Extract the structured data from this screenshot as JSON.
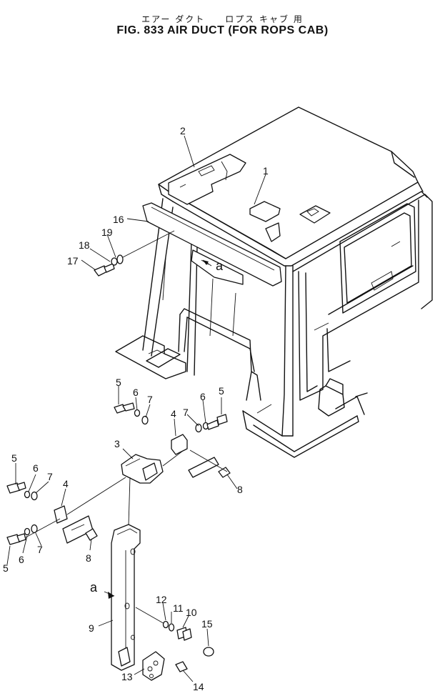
{
  "title_jp": "エアー ダクト　　ロプス キャブ 用",
  "title": "FIG. 833  AIR DUCT (FOR ROPS CAB)",
  "ref_marks": {
    "upper": "a",
    "lower": "a"
  },
  "callouts": [
    {
      "id": "c2",
      "text": "2"
    },
    {
      "id": "c1",
      "text": "1"
    },
    {
      "id": "c16",
      "text": "16"
    },
    {
      "id": "c19",
      "text": "19"
    },
    {
      "id": "c18",
      "text": "18"
    },
    {
      "id": "c17",
      "text": "17"
    },
    {
      "id": "c5a",
      "text": "5"
    },
    {
      "id": "c6a",
      "text": "6"
    },
    {
      "id": "c7a",
      "text": "7"
    },
    {
      "id": "c4a",
      "text": "4"
    },
    {
      "id": "c7b",
      "text": "7"
    },
    {
      "id": "c6b",
      "text": "6"
    },
    {
      "id": "c5b",
      "text": "5"
    },
    {
      "id": "c3",
      "text": "3"
    },
    {
      "id": "c8a",
      "text": "8"
    },
    {
      "id": "c5c",
      "text": "5"
    },
    {
      "id": "c6c",
      "text": "6"
    },
    {
      "id": "c7c",
      "text": "7"
    },
    {
      "id": "c4b",
      "text": "4"
    },
    {
      "id": "c8b",
      "text": "8"
    },
    {
      "id": "c7d",
      "text": "7"
    },
    {
      "id": "c6d",
      "text": "6"
    },
    {
      "id": "c5d",
      "text": "5"
    },
    {
      "id": "c12",
      "text": "12"
    },
    {
      "id": "c11",
      "text": "11"
    },
    {
      "id": "c10",
      "text": "10"
    },
    {
      "id": "c15",
      "text": "15"
    },
    {
      "id": "c9",
      "text": "9"
    },
    {
      "id": "c13",
      "text": "13"
    },
    {
      "id": "c14",
      "text": "14"
    }
  ]
}
